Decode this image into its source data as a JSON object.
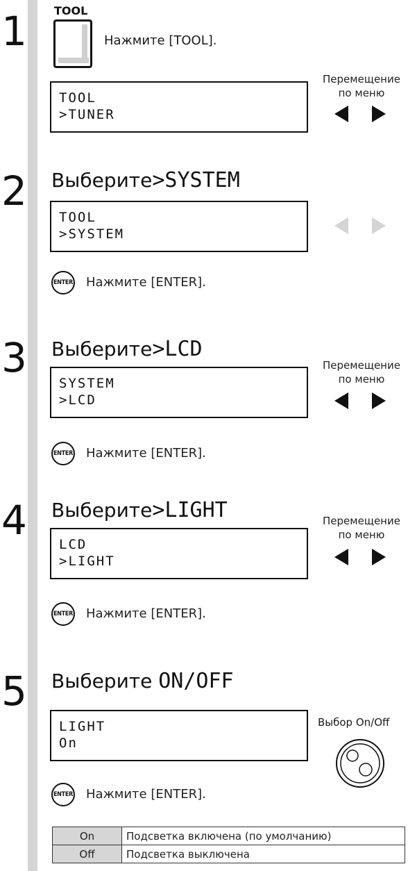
{
  "step1": {
    "number": "1",
    "button_label": "TOOL",
    "instruction": "Нажмите [TOOL].",
    "lcd_line1": "TOOL",
    "lcd_line2": ">TUNER",
    "nav_label_line1": "Перемещение",
    "nav_label_line2": "по меню"
  },
  "step2": {
    "number": "2",
    "heading_prefix": "Выберите",
    "heading_target": ">SYSTEM",
    "lcd_line1": "TOOL",
    "lcd_line2": ">SYSTEM",
    "enter_icon_label": "ENTER",
    "instruction": "Нажмите [ENTER]."
  },
  "step3": {
    "number": "3",
    "heading_prefix": "Выберите",
    "heading_target": ">LCD",
    "lcd_line1": "SYSTEM",
    "lcd_line2": ">LCD",
    "nav_label_line1": "Перемещение",
    "nav_label_line2": "по меню",
    "enter_icon_label": "ENTER",
    "instruction": "Нажмите [ENTER]."
  },
  "step4": {
    "number": "4",
    "heading_prefix": "Выберите",
    "heading_target": ">LIGHT",
    "lcd_line1": "LCD",
    "lcd_line2": ">LIGHT",
    "nav_label_line1": "Перемещение",
    "nav_label_line2": "по меню",
    "enter_icon_label": "ENTER",
    "instruction": "Нажмите [ENTER]."
  },
  "step5": {
    "number": "5",
    "heading_prefix": "Выберите",
    "heading_target": "ON/OFF",
    "lcd_line1": "LIGHT",
    "lcd_line2": "On",
    "knob_label": "Выбор On/Off",
    "enter_icon_label": "ENTER",
    "instruction": "Нажмите [ENTER]."
  },
  "options_table": [
    {
      "value": "On",
      "description": "Подсветка включена (по умолчанию)"
    },
    {
      "value": "Off",
      "description": "Подсветка выключена"
    }
  ],
  "colors": {
    "sidebar": "#d4d4d4",
    "table_key_bg": "#d6d6d6",
    "arrow_active": "#111111",
    "arrow_inactive": "#d4d4d4"
  }
}
